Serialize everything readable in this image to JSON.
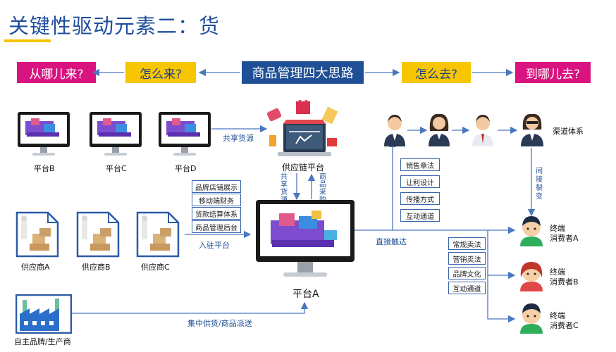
{
  "title": "关键性驱动元素二：货",
  "banners": {
    "from_where": "从哪儿来?",
    "how_come": "怎么来?",
    "center": "商品管理四大思路",
    "how_go": "怎么去?",
    "to_where": "到哪儿去?"
  },
  "platforms": [
    "平台B",
    "平台C",
    "平台D"
  ],
  "share_source": "共享货源",
  "supply_chain_platform": "供应链平台",
  "vertical_labels": {
    "share_source": "共享货源",
    "goods_purchase": "商品采购"
  },
  "left_tags": [
    "品牌店铺展示",
    "移动端财务",
    "货款结算体系",
    "商品管理后台"
  ],
  "settle_platform": "入驻平台",
  "suppliers": [
    "供应商A",
    "供应商B",
    "供应商C"
  ],
  "platform_a": "平台A",
  "own_brand": "自主品牌/生产商",
  "central_supply": "集中供货/商品派送",
  "direct_reach": "直接触达",
  "mid_tags": [
    "销售章法",
    "让利设计",
    "传播方式",
    "互动通道"
  ],
  "channel_system": "渠道体系",
  "indirect_reach": "间接裂变",
  "right_tags": [
    "常规卖法",
    "营销卖法",
    "品牌文化",
    "互动通道"
  ],
  "consumers": [
    {
      "line1": "终端",
      "line2": "消费者A"
    },
    {
      "line1": "终端",
      "line2": "消费者B"
    },
    {
      "line1": "终端",
      "line2": "消费者C"
    }
  ],
  "colors": {
    "blue": "#1f4f96",
    "pink": "#d9137f",
    "yellow": "#f7c600",
    "arrow": "#4a78c0"
  }
}
